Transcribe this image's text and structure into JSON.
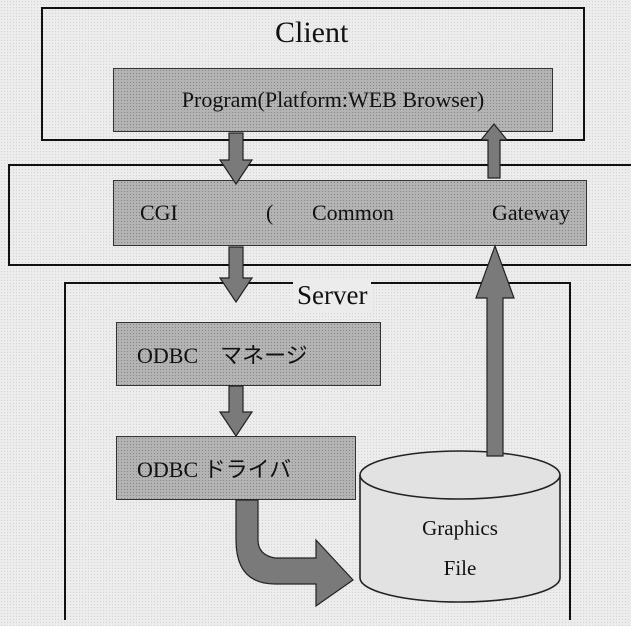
{
  "client": {
    "title": "Client",
    "program_label": "Program(Platform:WEB Browser)"
  },
  "cgi": {
    "part1": "CGI",
    "part2": "(",
    "part3": "Common",
    "part4": "Gateway"
  },
  "server": {
    "title": "Server",
    "odbc_manager_label": "ODBC　マネージ",
    "odbc_driver_label": "ODBC ドライバ",
    "storage_line1": "Graphics",
    "storage_line2": "File"
  },
  "colors": {
    "box_fill": "#b4b4b4",
    "arrow_fill": "#7a7a7a",
    "cylinder_fill": "#e2e2e2"
  }
}
